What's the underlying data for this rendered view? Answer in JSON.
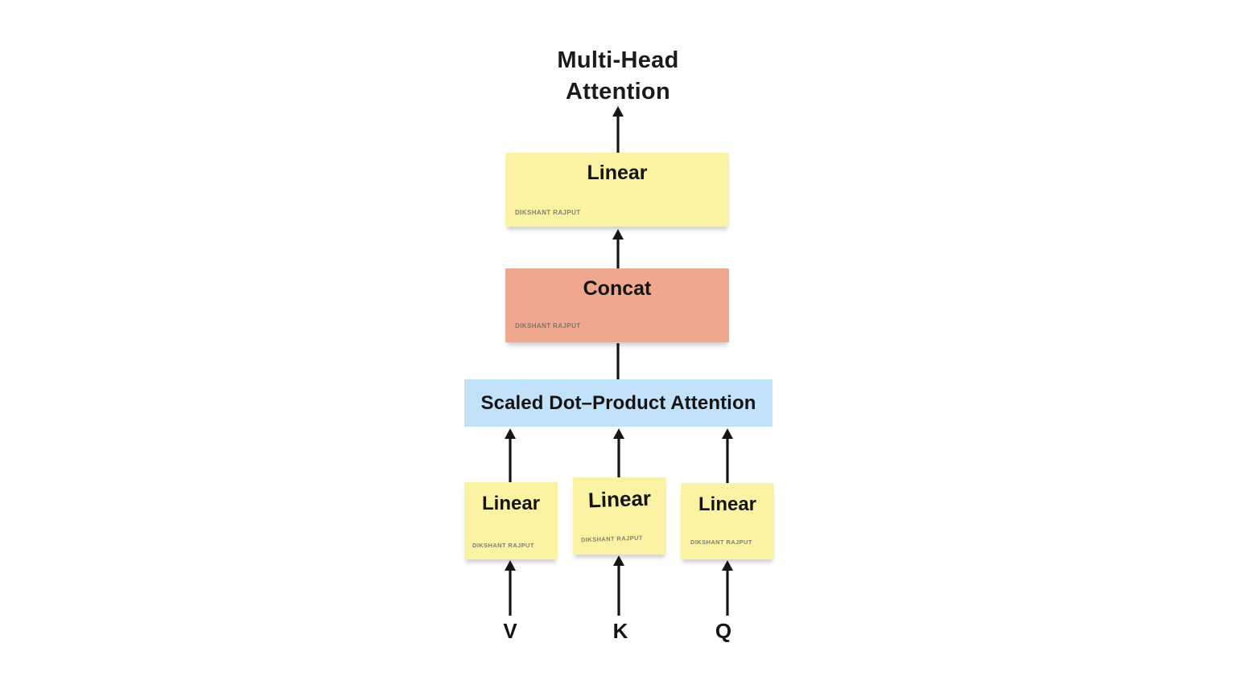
{
  "title": {
    "line1": "Multi-Head",
    "line2": "Attention"
  },
  "watermark_text": "DIKSHANT RAJPUT",
  "boxes": {
    "linear_out": {
      "label": "Linear"
    },
    "concat": {
      "label": "Concat"
    },
    "attention": {
      "label": "Scaled Dot–Product Attention"
    },
    "linear_v": {
      "label": "Linear"
    },
    "linear_k": {
      "label": "Linear"
    },
    "linear_q": {
      "label": "Linear"
    }
  },
  "inputs": {
    "v": "V",
    "k": "K",
    "q": "Q"
  },
  "colors": {
    "note_yellow": "#FAF3A4",
    "note_salmon": "#EFA78F",
    "note_blue": "#C2E2FA",
    "arrow_black": "#161616",
    "watermark_gray": "#6E6C60"
  }
}
